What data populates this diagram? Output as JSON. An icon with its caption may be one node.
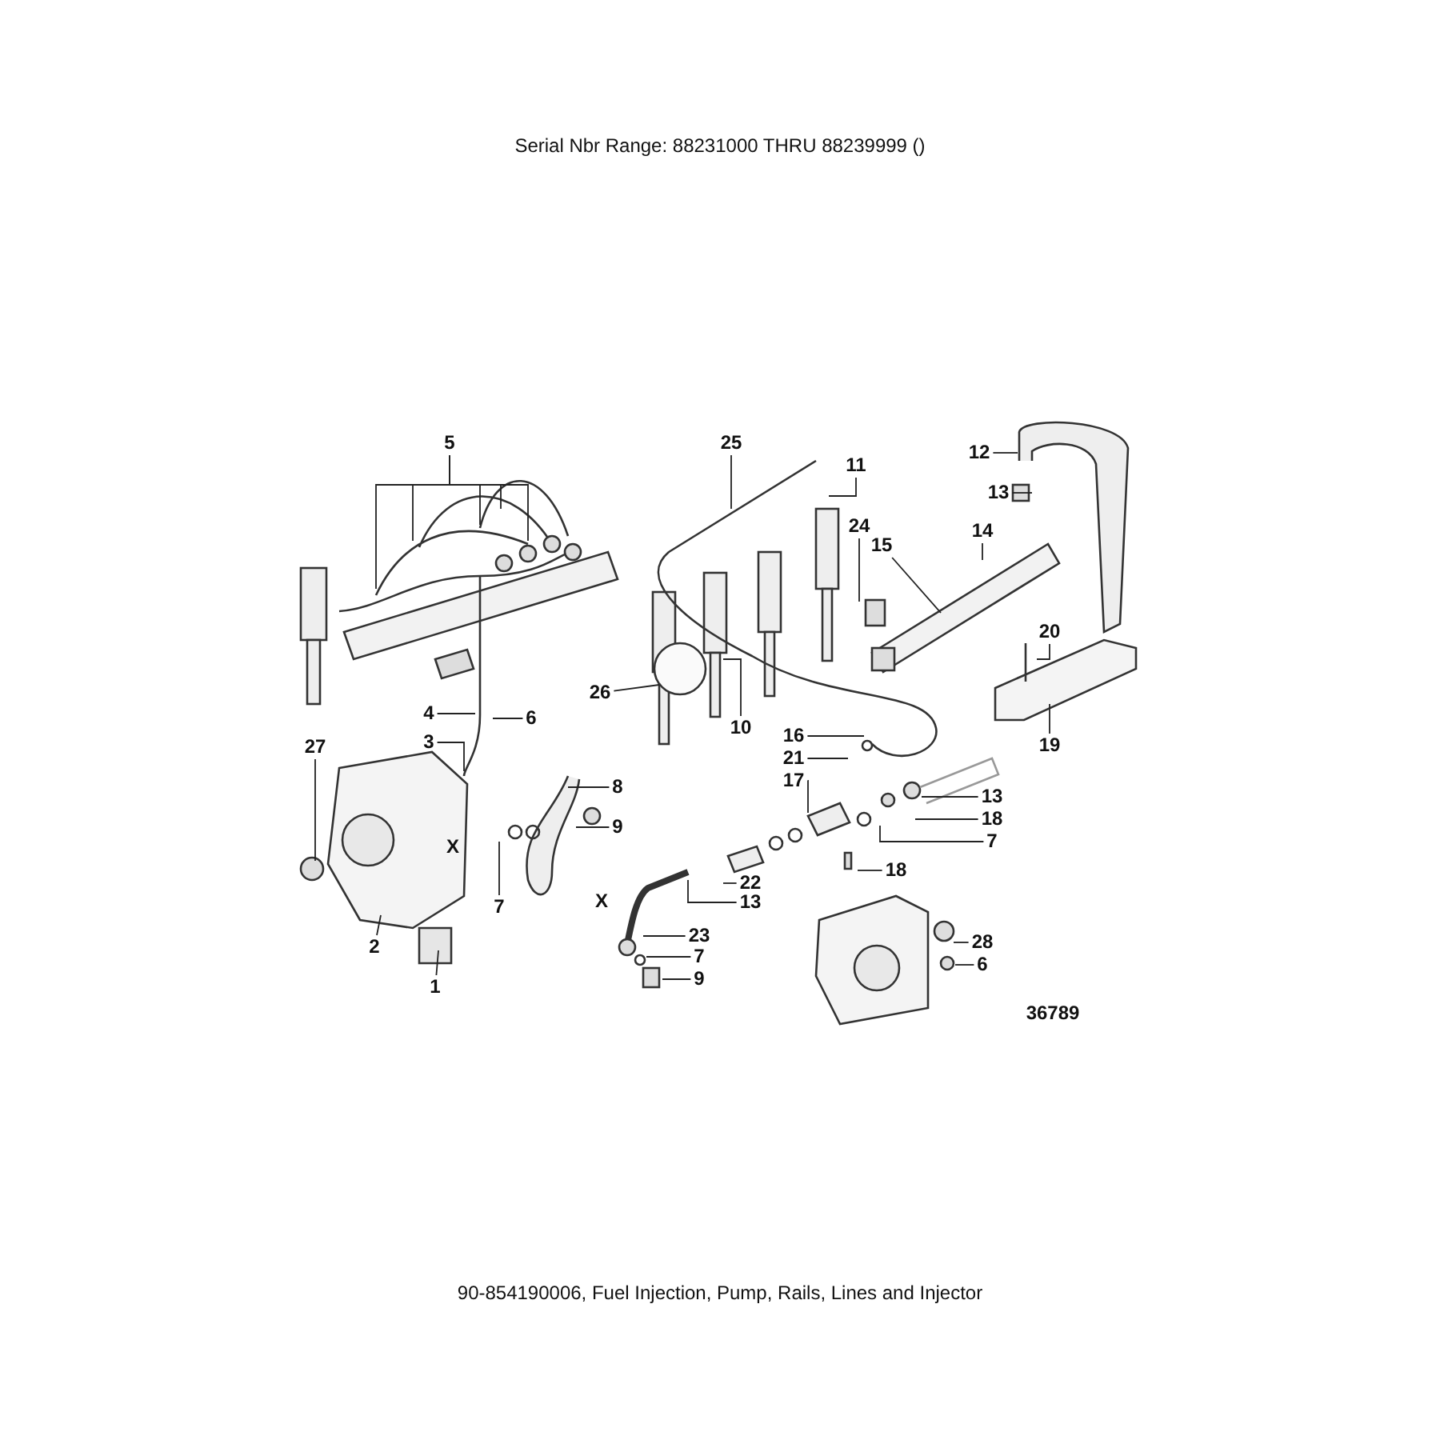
{
  "diagram": {
    "title": "Serial Nbr Range: 88231000 THRU 88239999 ()",
    "caption": "90-854190006, Fuel Injection, Pump, Rails, Lines and Injector",
    "nodes": [
      {
        "text": [
          "5"
        ]
      },
      {
        "text": [
          "25"
        ]
      },
      {
        "text": [
          "11"
        ]
      },
      {
        "text": [
          "12"
        ]
      },
      {
        "text": [
          "13"
        ]
      },
      {
        "text": [
          "14"
        ]
      },
      {
        "text": [
          "24"
        ]
      },
      {
        "text": [
          "15"
        ]
      },
      {
        "text": [
          "20"
        ]
      },
      {
        "text": [
          "19"
        ]
      },
      {
        "text": [
          "27"
        ]
      },
      {
        "text": [
          "4"
        ]
      },
      {
        "text": [
          "6"
        ]
      },
      {
        "text": [
          "3"
        ]
      },
      {
        "text": [
          "26"
        ]
      },
      {
        "text": [
          "10"
        ]
      },
      {
        "text": [
          "8"
        ]
      },
      {
        "text": [
          "9"
        ]
      },
      {
        "text": [
          "2"
        ]
      },
      {
        "text": [
          "7"
        ]
      },
      {
        "text": [
          "1"
        ]
      },
      {
        "text": [
          "16"
        ]
      },
      {
        "text": [
          "21"
        ]
      },
      {
        "text": [
          "17"
        ]
      },
      {
        "text": [
          "13"
        ]
      },
      {
        "text": [
          "18"
        ]
      },
      {
        "text": [
          "7"
        ]
      },
      {
        "text": [
          "18"
        ]
      },
      {
        "text": [
          "22"
        ]
      },
      {
        "text": [
          "13"
        ]
      },
      {
        "text": [
          "23"
        ]
      },
      {
        "text": [
          "7"
        ]
      },
      {
        "text": [
          "9"
        ]
      },
      {
        "text": [
          "28"
        ]
      },
      {
        "text": [
          "6"
        ]
      }
    ],
    "edges": [
      {
        "from": 0,
        "to": null,
        "arrow": "none"
      },
      {
        "from": 0,
        "to": null,
        "arrow": "none"
      },
      {
        "from": 0,
        "to": null,
        "arrow": "none"
      },
      {
        "from": 0,
        "to": null,
        "arrow": "none"
      },
      {
        "from": 0,
        "to": null,
        "arrow": "none"
      },
      {
        "from": 1,
        "to": null,
        "arrow": "none"
      },
      {
        "from": 2,
        "to": null,
        "arrow": "none"
      },
      {
        "from": 3,
        "to": null,
        "arrow": "none"
      },
      {
        "from": 4,
        "to": null,
        "arrow": "none"
      },
      {
        "from": 5,
        "to": null,
        "arrow": "none"
      },
      {
        "from": 6,
        "to": null,
        "arrow": "none"
      },
      {
        "from": 7,
        "to": null,
        "arrow": "none"
      },
      {
        "from": 8,
        "to": null,
        "arrow": "none"
      },
      {
        "from": 9,
        "to": null,
        "arrow": "none"
      },
      {
        "from": 10,
        "to": null,
        "arrow": "none"
      },
      {
        "from": 11,
        "to": null,
        "arrow": "none"
      },
      {
        "from": 12,
        "to": null,
        "arrow": "none"
      },
      {
        "from": 13,
        "to": null,
        "arrow": "none"
      },
      {
        "from": 14,
        "to": null,
        "arrow": "none"
      },
      {
        "from": 15,
        "to": null,
        "arrow": "none"
      },
      {
        "from": 16,
        "to": null,
        "arrow": "none"
      },
      {
        "from": 17,
        "to": null,
        "arrow": "none"
      },
      {
        "from": 18,
        "to": null,
        "arrow": "none"
      },
      {
        "from": 19,
        "to": null,
        "arrow": "none"
      },
      {
        "from": 20,
        "to": null,
        "arrow": "none"
      },
      {
        "from": 21,
        "to": null,
        "arrow": "none"
      },
      {
        "from": 22,
        "to": null,
        "arrow": "none"
      },
      {
        "from": 23,
        "to": null,
        "arrow": "none"
      },
      {
        "from": 24,
        "to": null,
        "arrow": "none"
      },
      {
        "from": 25,
        "to": null,
        "arrow": "none"
      },
      {
        "from": 26,
        "to": null,
        "arrow": "none"
      },
      {
        "from": 27,
        "to": null,
        "arrow": "none"
      },
      {
        "from": 28,
        "to": null,
        "arrow": "none"
      },
      {
        "from": 29,
        "to": null,
        "arrow": "none"
      },
      {
        "from": 30,
        "to": null,
        "arrow": "none"
      },
      {
        "from": 31,
        "to": null,
        "arrow": "none"
      },
      {
        "from": 32,
        "to": null,
        "arrow": "none"
      },
      {
        "from": 33,
        "to": null,
        "arrow": "none"
      },
      {
        "from": 34,
        "to": null,
        "arrow": "none"
      }
    ],
    "labels": [
      "X",
      "X",
      "36789"
    ]
  }
}
